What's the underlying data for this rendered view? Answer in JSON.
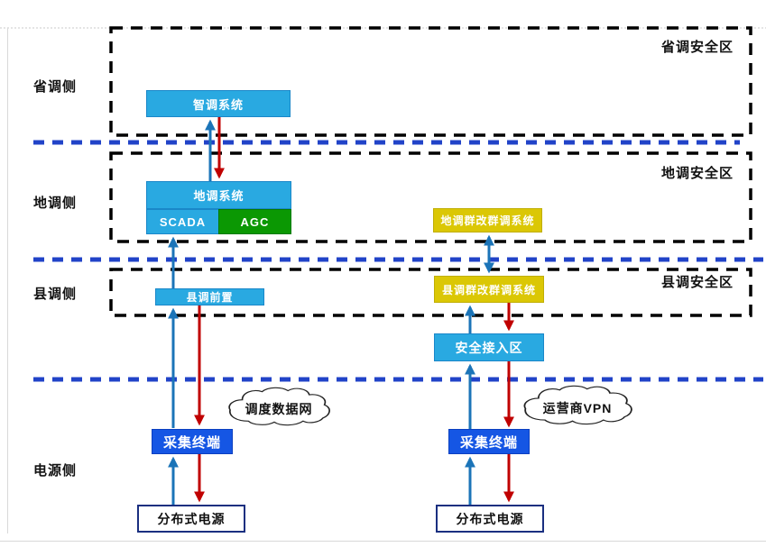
{
  "side_labels": [
    "省调侧",
    "地调侧",
    "县调侧",
    "电源侧"
  ],
  "zones": [
    {
      "id": "province",
      "label": "省调安全区"
    },
    {
      "id": "city",
      "label": "地调安全区"
    },
    {
      "id": "county",
      "label": "县调安全区"
    }
  ],
  "nodes": {
    "smart_dispatch": {
      "label": "智调系统"
    },
    "city_dispatch": {
      "label": "地调系统"
    },
    "scada": {
      "label": "SCADA"
    },
    "agc": {
      "label": "AGC"
    },
    "city_cluster": {
      "label": "地调群改群调系统"
    },
    "county_front": {
      "label": "县调前置"
    },
    "county_cluster": {
      "label": "县调群改群调系统"
    },
    "secure_access": {
      "label": "安全接入区"
    },
    "collector_left": {
      "label": "采集终端"
    },
    "collector_right": {
      "label": "采集终端"
    },
    "der_left": {
      "label": "分布式电源"
    },
    "der_right": {
      "label": "分布式电源"
    }
  },
  "clouds": [
    {
      "label": "调度数据网"
    },
    {
      "label": "运营商VPN"
    }
  ],
  "colors": {
    "light_blue_box": "#29A9E1",
    "royal_blue_box": "#1556E4",
    "green_box": "#0B9803",
    "yellow_box": "#DBC705",
    "white_box_border": "#1A2F80",
    "up_arrow_blue": "#1B74B8",
    "down_arrow_red": "#C00000",
    "separator_blue": "#2143C8",
    "zone_border_black": "#000000"
  }
}
